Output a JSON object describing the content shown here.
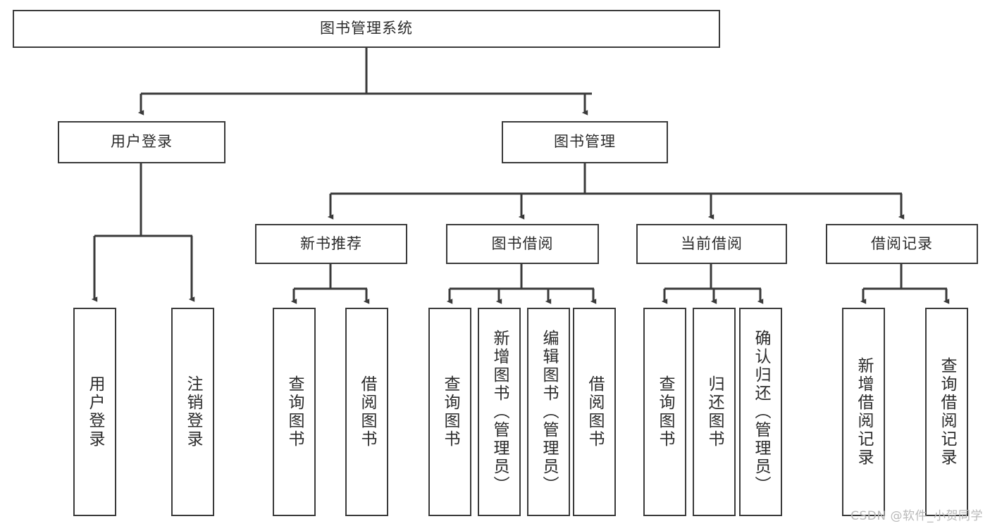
{
  "diagram": {
    "title": "图书管理系统",
    "watermark": "CSDN @软件_小贺同学",
    "colors": {
      "stroke": "#3a3a3a",
      "text": "#2b2b2b",
      "background": "#ffffff",
      "watermark": "#b9b9b9"
    },
    "nodes": {
      "root": {
        "label": "图书管理系统"
      },
      "level2": [
        {
          "id": "user-login",
          "label": "用户登录"
        },
        {
          "id": "book-management",
          "label": "图书管理"
        }
      ],
      "level3": [
        {
          "id": "new-book-recommend",
          "label": "新书推荐"
        },
        {
          "id": "book-borrow",
          "label": "图书借阅"
        },
        {
          "id": "current-borrow",
          "label": "当前借阅"
        },
        {
          "id": "borrow-record",
          "label": "借阅记录"
        }
      ],
      "leaves": [
        {
          "id": "leaf-user-login",
          "label": "用户登录",
          "parent": "user-login"
        },
        {
          "id": "leaf-logout-login",
          "label": "注销登录",
          "parent": "user-login"
        },
        {
          "id": "leaf-query-book-1",
          "label": "查询图书",
          "parent": "new-book-recommend"
        },
        {
          "id": "leaf-borrow-book-1",
          "label": "借阅图书",
          "parent": "new-book-recommend"
        },
        {
          "id": "leaf-query-book-2",
          "label": "查询图书",
          "parent": "book-borrow"
        },
        {
          "id": "leaf-add-book",
          "label": "新增图书（管理员）",
          "parent": "book-borrow"
        },
        {
          "id": "leaf-edit-book",
          "label": "编辑图书（管理员）",
          "parent": "book-borrow"
        },
        {
          "id": "leaf-borrow-book-2",
          "label": "借阅图书",
          "parent": "book-borrow"
        },
        {
          "id": "leaf-query-book-3",
          "label": "查询图书",
          "parent": "current-borrow"
        },
        {
          "id": "leaf-return-book",
          "label": "归还图书",
          "parent": "current-borrow"
        },
        {
          "id": "leaf-confirm-return",
          "label": "确认归还（管理员）",
          "parent": "current-borrow"
        },
        {
          "id": "leaf-add-record",
          "label": "新增借阅记录",
          "parent": "borrow-record"
        },
        {
          "id": "leaf-query-record",
          "label": "查询借阅记录",
          "parent": "borrow-record"
        }
      ]
    }
  }
}
